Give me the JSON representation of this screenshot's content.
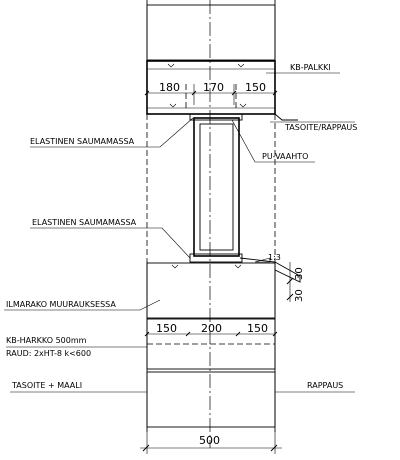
{
  "labels": {
    "kb_palkki": "KB-PALKKI",
    "tasoite_rappaus": "TASOITE/RAPPAUS",
    "pu_vaahto": "PU-VAAHTO",
    "elastinen_top": "ELASTINEN SAUMAMASSA",
    "elastinen_bottom": "ELASTINEN SAUMAMASSA",
    "ilmarako": "ILMARAKO MUURAUKSESSA",
    "kb_harkko": "KB-HARKKO 500mm",
    "raud": "RAUD: 2xHT-8 k<600",
    "tasoite_maali": "TASOITE + MAALI",
    "rappaus": "RAPPAUS",
    "slope": "1:3"
  },
  "dimensions": {
    "palkki": [
      "180",
      "170",
      "150"
    ],
    "harkko": [
      "150",
      "200",
      "150"
    ],
    "sill_30_top": "30",
    "sill_30_bottom": "30",
    "wall_width": "500"
  }
}
